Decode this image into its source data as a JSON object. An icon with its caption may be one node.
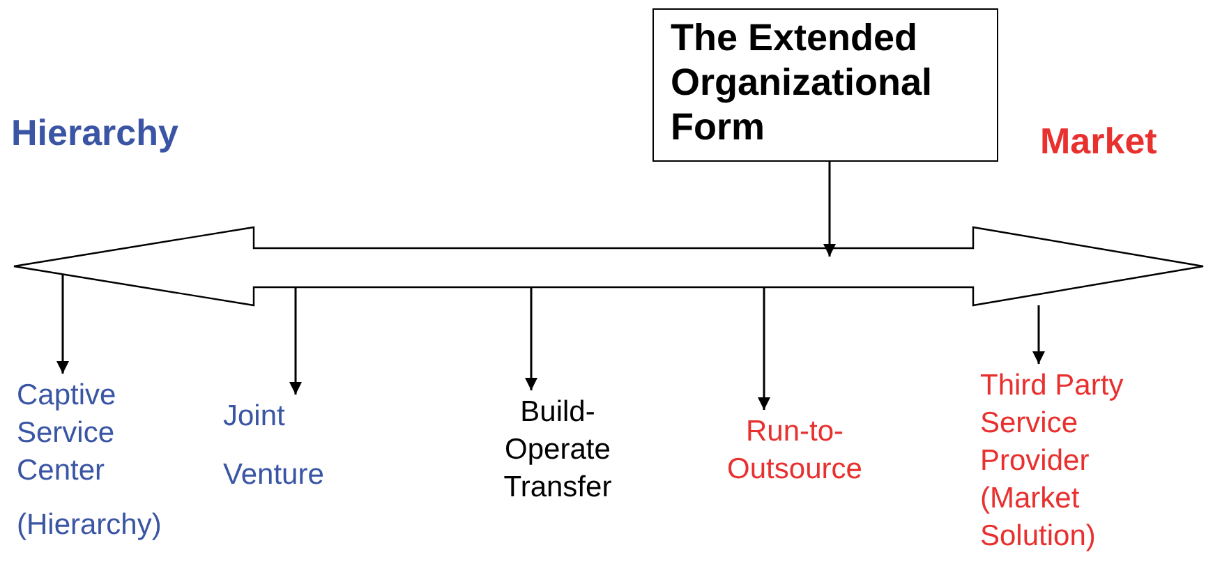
{
  "diagram": {
    "nodes": [
      {
        "text": [
          "The Extended Organizational Form"
        ]
      },
      {
        "text": [],
        "shape": "arrow"
      },
      {
        "text": [
          "Captive Service Center",
          "(Hierarchy)"
        ]
      },
      {
        "text": [
          "Joint",
          "Venture"
        ]
      },
      {
        "text": [
          "Build- Operate Transfer"
        ]
      },
      {
        "text": [
          "Run-to- Outsource"
        ]
      },
      {
        "text": [
          "Third Party Service Provider (Market Solution)"
        ]
      }
    ],
    "edges": [
      {
        "from": 0,
        "to": 1,
        "arrow": "to"
      },
      {
        "from": 1,
        "to": 2,
        "arrow": "to"
      },
      {
        "from": 1,
        "to": 3,
        "arrow": "to"
      },
      {
        "from": 1,
        "to": 4,
        "arrow": "to"
      },
      {
        "from": 1,
        "to": 5,
        "arrow": "to"
      },
      {
        "from": 1,
        "to": 6,
        "arrow": "to"
      }
    ],
    "labels": [
      "Hierarchy",
      "Market"
    ]
  }
}
